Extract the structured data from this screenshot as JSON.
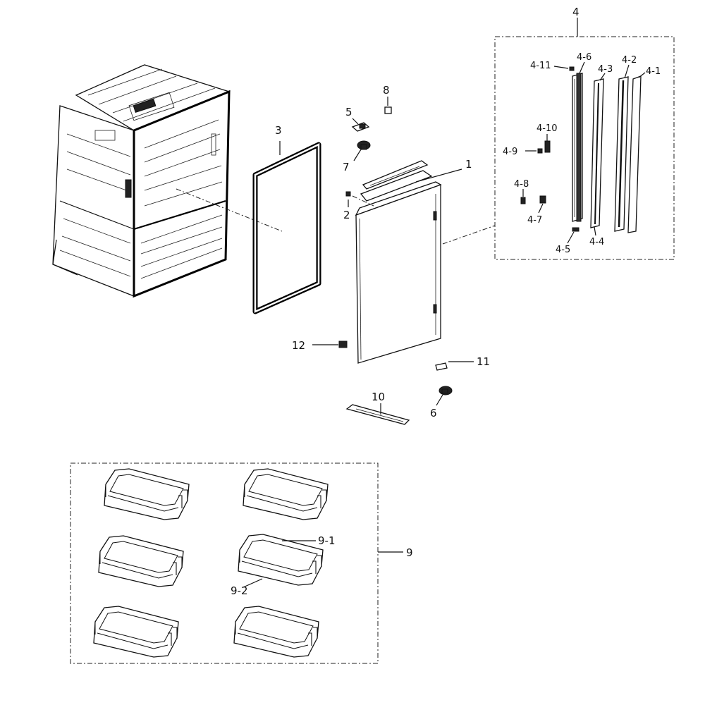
{
  "callouts": {
    "c1": "1",
    "c2": "2",
    "c3": "3",
    "c4": "4",
    "c4_1": "4-1",
    "c4_2": "4-2",
    "c4_3": "4-3",
    "c4_4": "4-4",
    "c4_5": "4-5",
    "c4_6": "4-6",
    "c4_7": "4-7",
    "c4_8": "4-8",
    "c4_9": "4-9",
    "c4_10": "4-10",
    "c4_11": "4-11",
    "c5": "5",
    "c6": "6",
    "c7": "7",
    "c8": "8",
    "c9": "9",
    "c9_1": "9-1",
    "c9_2": "9-2",
    "c10": "10",
    "c11": "11",
    "c12": "12"
  }
}
